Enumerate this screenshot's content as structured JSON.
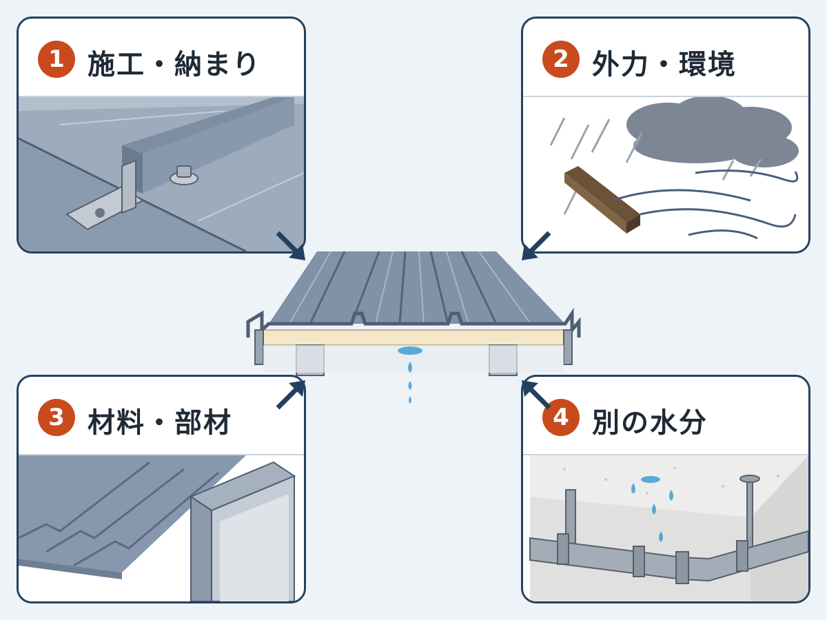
{
  "factors": [
    {
      "number": "1",
      "title": "施工・納まり",
      "icon": "bracket-fastener-icon"
    },
    {
      "number": "2",
      "title": "外力・環境",
      "icon": "storm-debris-icon"
    },
    {
      "number": "3",
      "title": "材料・部材",
      "icon": "roof-panel-material-icon"
    },
    {
      "number": "4",
      "title": "別の水分",
      "icon": "pipe-condensation-icon"
    }
  ],
  "colors": {
    "badge": "#c94a1d",
    "border": "#23415f",
    "metal": "#8a9bb0",
    "insulation": "#f3e7c8",
    "water": "#5aa9d6",
    "background": "#eef3f8"
  }
}
